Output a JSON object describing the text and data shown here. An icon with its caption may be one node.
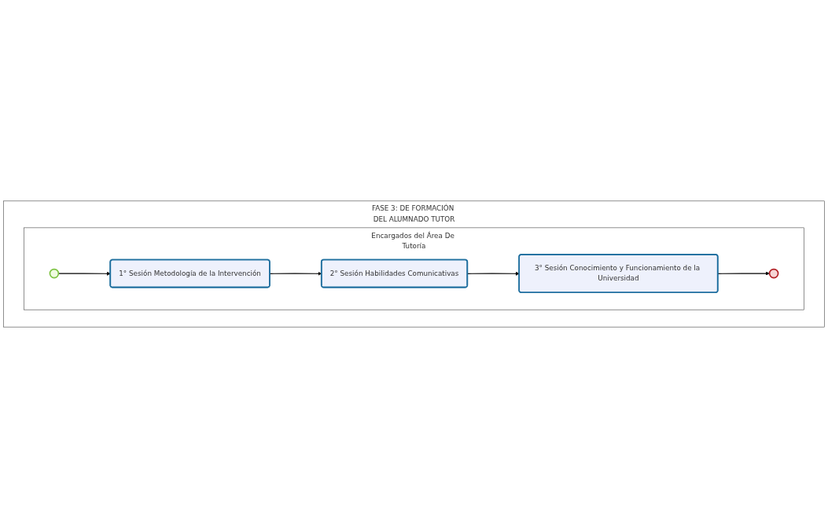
{
  "diagram": {
    "nodes": [
      {
        "text": [
          "FASE 3: DE FORMACIÓN DEL ALUMNADO TUTOR"
        ]
      },
      {
        "text": [
          "Encargados del Área De Tutoría"
        ],
        "in": 0
      },
      {
        "text": [],
        "shape": "circle",
        "in": 1
      },
      {
        "text": [
          "1° Sesión Metodología de la Intervención"
        ],
        "in": 1
      },
      {
        "text": [
          "2° Sesión Habilidades Comunicativas"
        ],
        "in": 1
      },
      {
        "text": [
          "3° Sesión Conocimiento y Funcionamiento de la Universidad"
        ],
        "in": 1
      },
      {
        "text": [],
        "shape": "circle",
        "in": 1
      }
    ],
    "edges": [
      {
        "from": 2,
        "to": 3,
        "arrow": "to"
      },
      {
        "from": 3,
        "to": 4,
        "arrow": "to"
      },
      {
        "from": 4,
        "to": 5,
        "arrow": "to"
      },
      {
        "from": 5,
        "to": 6,
        "arrow": "to"
      }
    ]
  }
}
